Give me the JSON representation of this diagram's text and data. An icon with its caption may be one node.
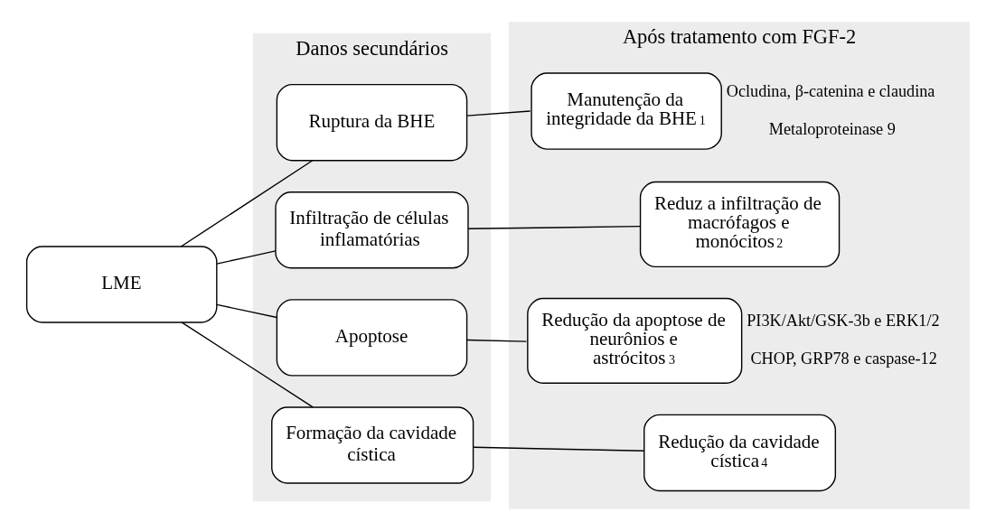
{
  "diagram": {
    "nodes": [
      {
        "text": [
          "LME"
        ]
      },
      {
        "text": [
          "Danos secundários"
        ]
      },
      {
        "text": [
          "Ruptura da BHE"
        ],
        "in": 1
      },
      {
        "text": [
          "Infiltração de células inflamatórias"
        ],
        "in": 1
      },
      {
        "text": [
          "Apoptose"
        ],
        "in": 1
      },
      {
        "text": [
          "Formação da cavidade cística"
        ],
        "in": 1
      },
      {
        "text": [
          "Após tratamento com FGF-2"
        ]
      },
      {
        "text": [
          "Manutenção da integridade da BHE$^{1}$"
        ],
        "in": 6,
        "beside": [
          "Ocludina, β-catenina e claudina",
          "Metaloproteinase 9"
        ]
      },
      {
        "text": [
          "Reduz a infiltração de macrófagos e monócitos$^{2}$"
        ],
        "in": 6
      },
      {
        "text": [
          "Redução da apoptose de neurônios e astrócitos$^{3}$"
        ],
        "in": 6,
        "beside": [
          "PI3K/Akt/GSK-3b e ERK1/2",
          "CHOP, GRP78 e caspase-12"
        ]
      },
      {
        "text": [
          "Redução da cavidade cística$^{4}$"
        ],
        "in": 6
      }
    ],
    "edges": [
      {
        "from": 0,
        "to": 2,
        "arrow": "none"
      },
      {
        "from": 0,
        "to": 3,
        "arrow": "none"
      },
      {
        "from": 0,
        "to": 4,
        "arrow": "none"
      },
      {
        "from": 0,
        "to": 5,
        "arrow": "none"
      },
      {
        "from": 2,
        "to": 7,
        "arrow": "none"
      },
      {
        "from": 3,
        "to": 8,
        "arrow": "none"
      },
      {
        "from": 4,
        "to": 9,
        "arrow": "none"
      },
      {
        "from": 5,
        "to": 10,
        "arrow": "none"
      }
    ]
  }
}
